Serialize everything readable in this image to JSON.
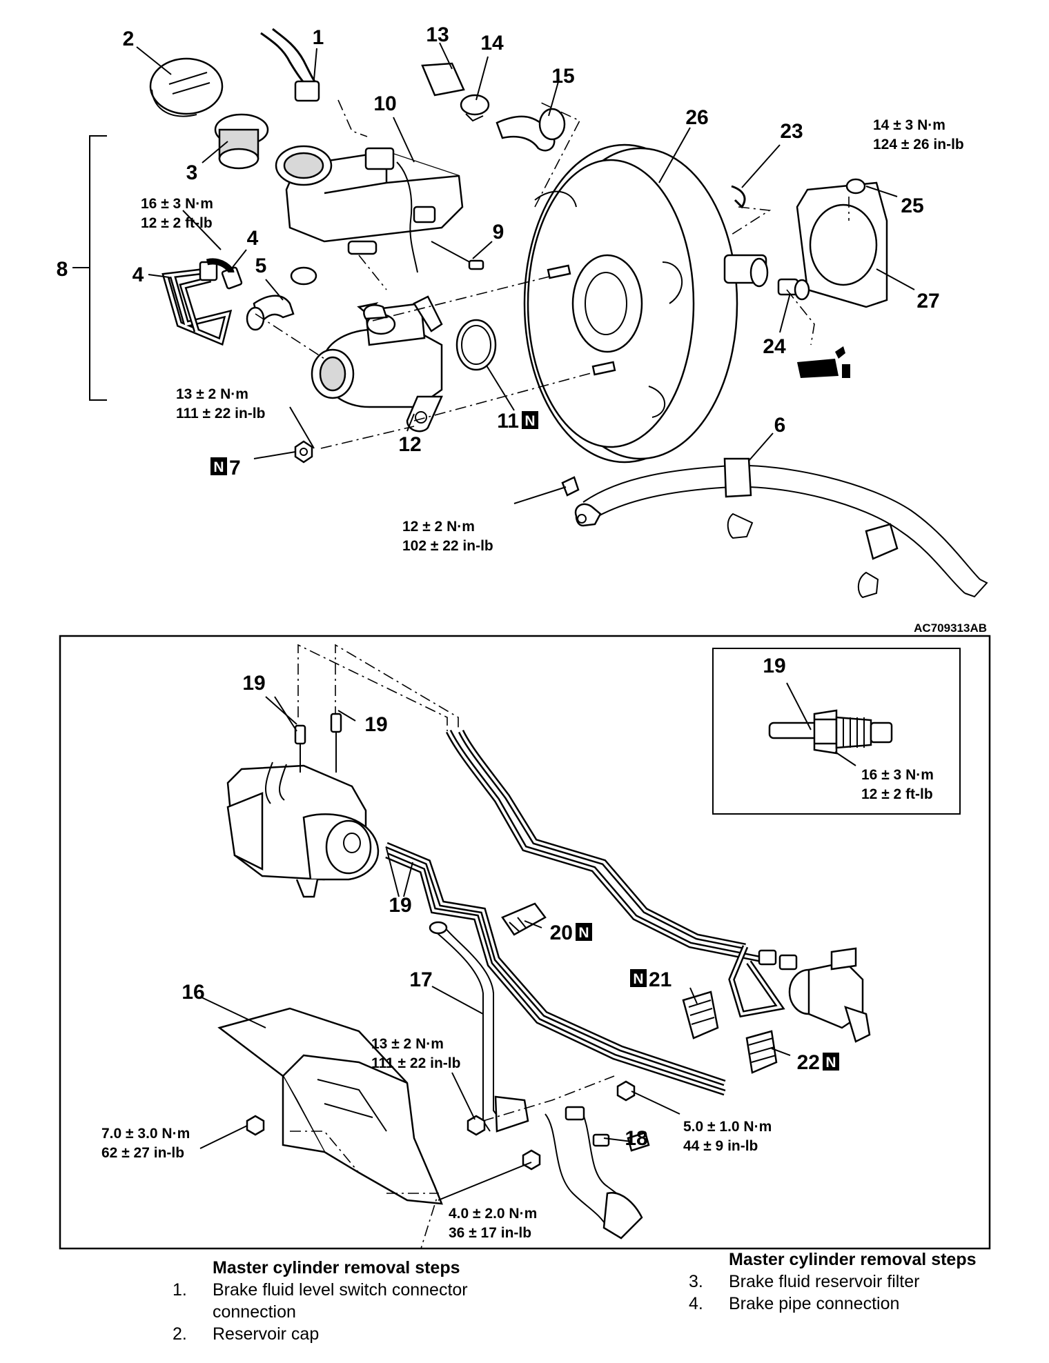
{
  "figure_code": "AC709313AB",
  "callouts_top": {
    "c1": "1",
    "c2": "2",
    "c3": "3",
    "c4a": "4",
    "c4b": "4",
    "c5": "5",
    "c6": "6",
    "c7": "7",
    "c8": "8",
    "c9": "9",
    "c10": "10",
    "c11": "11",
    "c12": "12",
    "c13": "13",
    "c14": "14",
    "c15": "15",
    "c23": "23",
    "c24": "24",
    "c25": "25",
    "c26": "26",
    "c27": "27"
  },
  "callouts_bottom": {
    "c16": "16",
    "c17": "17",
    "c18": "18",
    "c19a": "19",
    "c19b": "19",
    "c19c": "19",
    "c19d": "19",
    "c20": "20",
    "c21": "21",
    "c22": "22"
  },
  "new_part_mark": "N",
  "torques": {
    "t_pipe_top": [
      "16 ± 3 N·m",
      "12 ± 2 ft-lb"
    ],
    "t_nut7": [
      "13 ± 2 N·m",
      "111 ± 22 in-lb"
    ],
    "t_booster_nut": [
      "14 ± 3 N·m",
      "124 ± 26 in-lb"
    ],
    "t_ground": [
      "12 ± 2 N·m",
      "102 ± 22 in-lb"
    ],
    "t_inset": [
      "16 ± 3 N·m",
      "12 ± 2 ft-lb"
    ],
    "t_bracket": [
      "13 ± 2 N·m",
      "111 ± 22 in-lb"
    ],
    "t_cover": [
      "7.0 ± 3.0 N·m",
      "62 ± 27 in-lb"
    ],
    "t_clip": [
      "5.0 ± 1.0 N·m",
      "44 ± 9 in-lb"
    ],
    "t_hose": [
      "4.0 ± 2.0 N·m",
      "36 ± 17 in-lb"
    ]
  },
  "steps_left": {
    "heading": "Master cylinder removal steps",
    "items": [
      {
        "num": "1.",
        "text": "Brake fluid level switch connector connection"
      },
      {
        "num": "2.",
        "text": "Reservoir cap"
      }
    ]
  },
  "steps_right": {
    "heading": "Master cylinder removal steps",
    "items": [
      {
        "num": "3.",
        "text": "Brake fluid reservoir filter"
      },
      {
        "num": "4.",
        "text": "Brake pipe connection"
      }
    ]
  },
  "icons": [
    "grease-gun-icon",
    "clip-direction-marker-icon",
    "new-part-badge-icon"
  ]
}
